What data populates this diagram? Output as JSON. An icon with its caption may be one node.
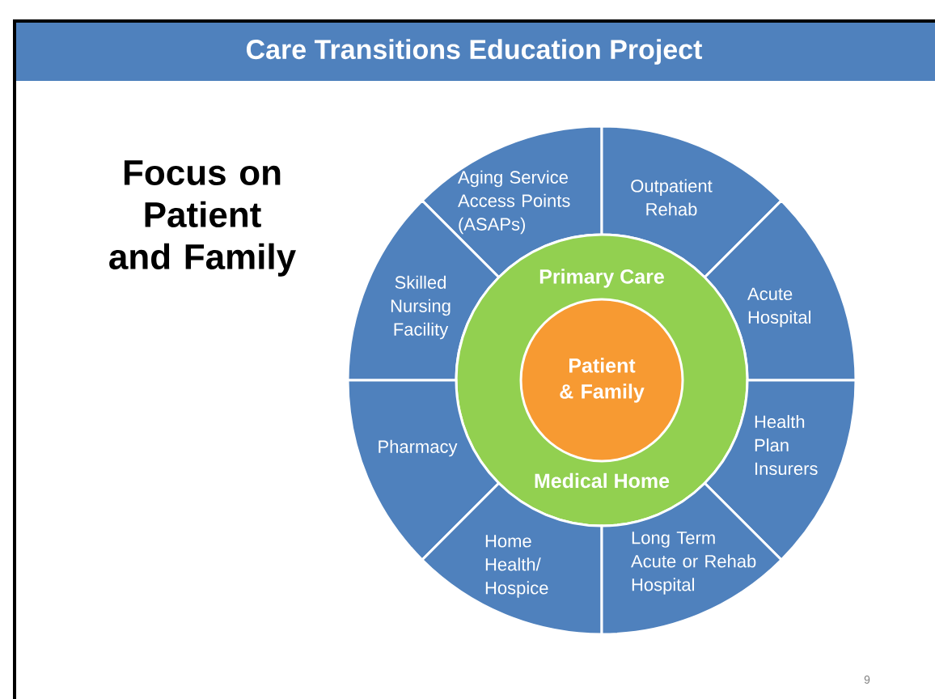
{
  "diagram": {
    "title": "Care Transitions Education Project",
    "nodes": [
      {
        "text": [
          "Aging Service Access Points (ASAPs)"
        ]
      },
      {
        "text": [
          "Outpatient Rehab"
        ]
      },
      {
        "text": [
          "Skilled Nursing Facility"
        ]
      },
      {
        "text": [
          "Acute Hospital"
        ]
      },
      {
        "text": [
          "Primary Care",
          "Medical Home"
        ]
      },
      {
        "text": [
          "Patient & Family"
        ],
        "in": 4
      },
      {
        "text": [
          "Pharmacy"
        ]
      },
      {
        "text": [
          "Health Plan Insurers"
        ]
      },
      {
        "text": [
          "Home Health/ Hospice"
        ]
      },
      {
        "text": [
          "Long Term Acute or Rehab Hospital"
        ]
      }
    ],
    "edges": [],
    "labels": [
      "Focus on Patient and Family",
      "9"
    ]
  }
}
